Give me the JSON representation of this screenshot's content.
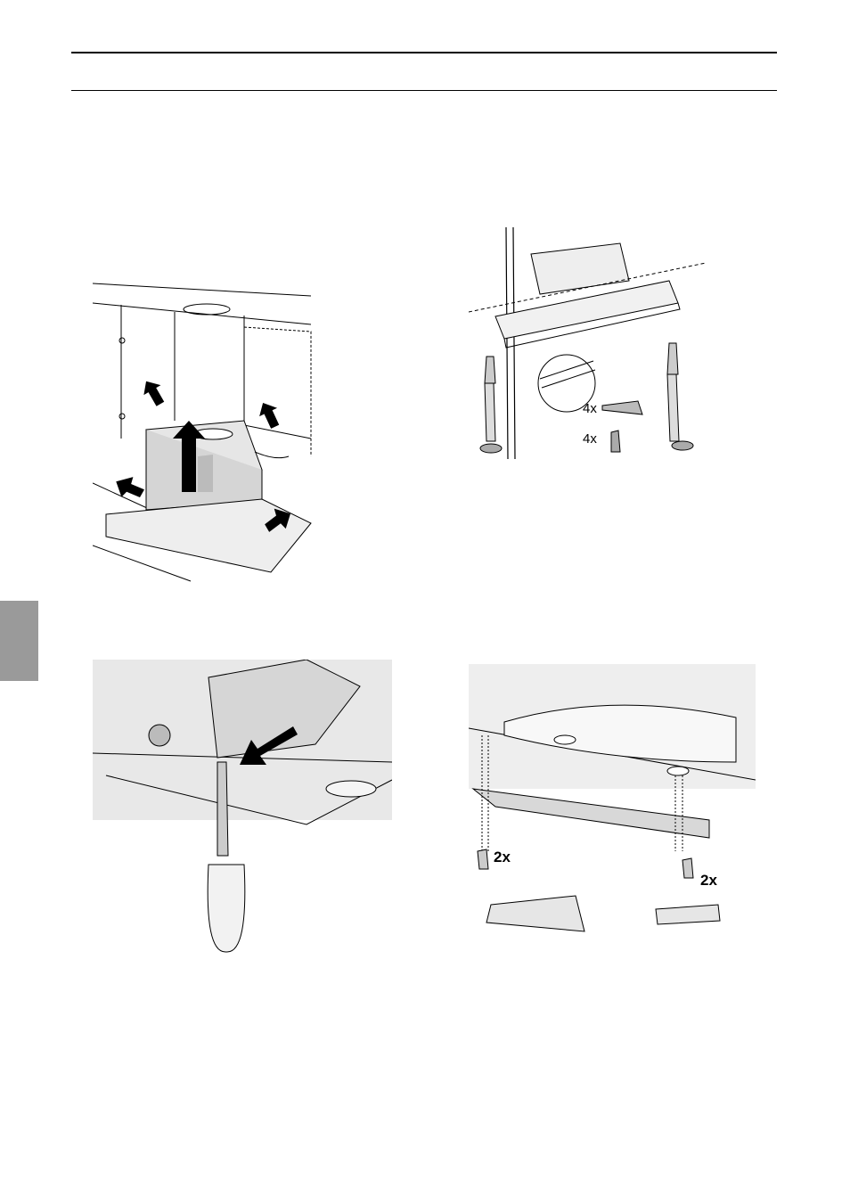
{
  "figures": {
    "fig2": {
      "qty_screw": "4x",
      "qty_plug": "4x"
    },
    "fig4": {
      "qty_left": "2x",
      "qty_right": "2x"
    }
  },
  "colors": {
    "tab": "#9a9a9a",
    "line": "#000000",
    "panel": "#eeeeee"
  }
}
